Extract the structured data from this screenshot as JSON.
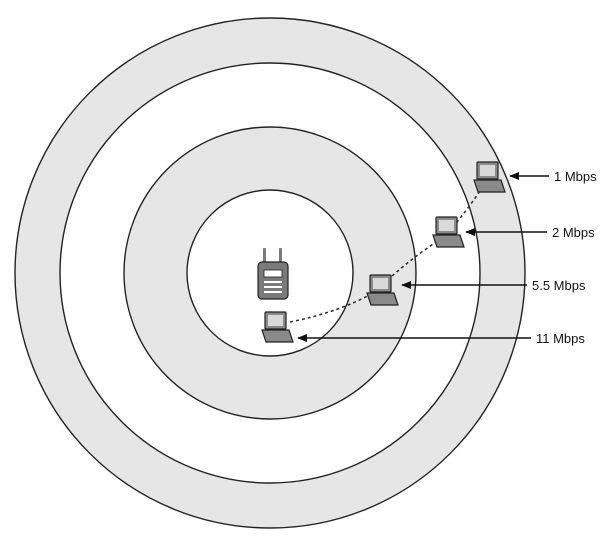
{
  "diagram": {
    "rings": [
      {
        "rate": "1 Mbps",
        "fill": "#e6e6e6"
      },
      {
        "rate": "2 Mbps",
        "fill": "#ffffff"
      },
      {
        "rate": "5.5 Mbps",
        "fill": "#e6e6e6"
      },
      {
        "rate": "11 Mbps",
        "fill": "#ffffff"
      }
    ],
    "access_point": {
      "icon": "wireless-access-point-icon",
      "color": "#7a7a7a"
    },
    "clients": [
      {
        "icon": "laptop-icon",
        "rate": "11 Mbps"
      },
      {
        "icon": "laptop-icon",
        "rate": "5.5 Mbps"
      },
      {
        "icon": "laptop-icon",
        "rate": "2 Mbps"
      },
      {
        "icon": "laptop-icon",
        "rate": "1 Mbps"
      }
    ],
    "device_color": "#8a8a8a",
    "line_color": "#111111"
  }
}
